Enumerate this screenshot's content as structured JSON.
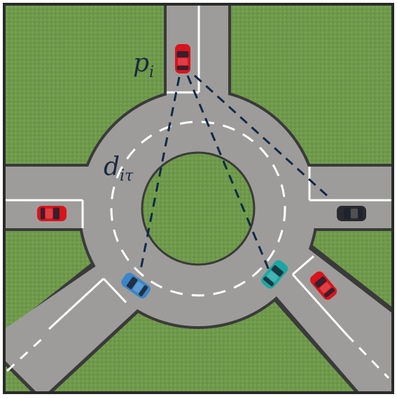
{
  "labels": {
    "vehicle_position": "p",
    "vehicle_position_sub": "i",
    "distance": "d",
    "distance_sub": "iτ"
  },
  "colors": {
    "grass": "#6f9a4c",
    "asphalt": "#9e9c9a",
    "road_edge": "#3a3a3a",
    "lane_marking": "#ffffff",
    "dashed_link": "#0f2a48",
    "car_red": "#d8141c",
    "car_blue": "#3a86c8",
    "car_cyan": "#1aa7a4",
    "car_black": "#2a2a2e"
  },
  "icons": [
    "car-red-icon",
    "car-blue-icon",
    "car-cyan-icon",
    "car-black-icon"
  ]
}
